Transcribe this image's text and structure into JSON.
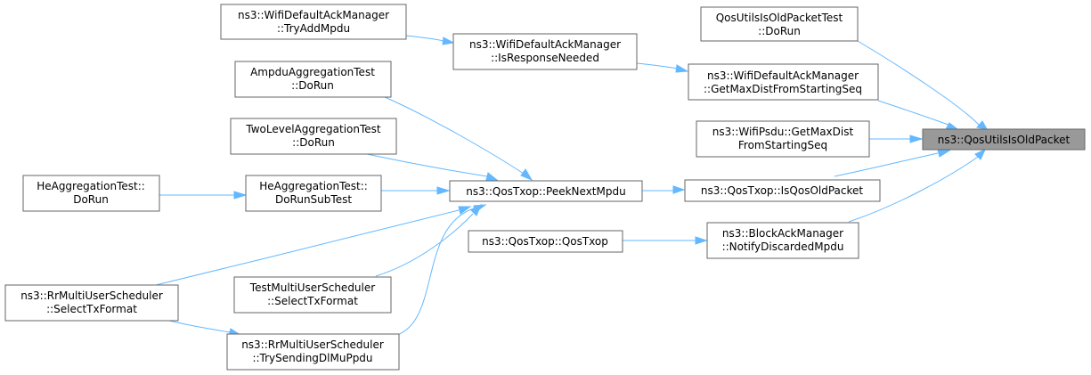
{
  "graph": {
    "title": "ns3::QosUtilsIsOldPacket caller graph",
    "edge_color": "#63b8ff",
    "node_border_color": "#666666",
    "current_node_fill": "#999999",
    "nodes": {
      "qosutils_isold": {
        "lines": [
          "ns3::QosUtilsIsOldPacket"
        ]
      },
      "test_dorun": {
        "lines": [
          "QosUtilsIsOldPacketTest",
          "::DoRun"
        ]
      },
      "ack_getmaxdist": {
        "lines": [
          "ns3::WifiDefaultAckManager",
          "::GetMaxDistFromStartingSeq"
        ]
      },
      "psdu_getmaxdist": {
        "lines": [
          "ns3::WifiPsdu::GetMaxDist",
          "FromStartingSeq"
        ]
      },
      "isqosold": {
        "lines": [
          "ns3::QosTxop::IsQosOldPacket"
        ]
      },
      "notify_discarded": {
        "lines": [
          "ns3::BlockAckManager",
          "::NotifyDiscardedMpdu"
        ]
      },
      "ack_isresponse": {
        "lines": [
          "ns3::WifiDefaultAckManager",
          "::IsResponseNeeded"
        ]
      },
      "peeknext": {
        "lines": [
          "ns3::QosTxop::PeekNextMpdu"
        ]
      },
      "qostxop_ctor": {
        "lines": [
          "ns3::QosTxop::QosTxop"
        ]
      },
      "ack_tryadd": {
        "lines": [
          "ns3::WifiDefaultAckManager",
          "::TryAddMpdu"
        ]
      },
      "ampdu_dorun": {
        "lines": [
          "AmpduAggregationTest",
          "::DoRun"
        ]
      },
      "twolevel_dorun": {
        "lines": [
          "TwoLevelAggregationTest",
          "::DoRun"
        ]
      },
      "he_dorunsub": {
        "lines": [
          "HeAggregationTest::",
          "DoRunSubTest"
        ]
      },
      "rr_select": {
        "lines": [
          "ns3::RrMultiUserScheduler",
          "::SelectTxFormat"
        ]
      },
      "test_select": {
        "lines": [
          "TestMultiUserScheduler",
          "::SelectTxFormat"
        ]
      },
      "rr_trysend": {
        "lines": [
          "ns3::RrMultiUserScheduler",
          "::TrySendingDlMuPpdu"
        ]
      },
      "he_dorun": {
        "lines": [
          "HeAggregationTest::",
          "DoRun"
        ]
      }
    }
  }
}
